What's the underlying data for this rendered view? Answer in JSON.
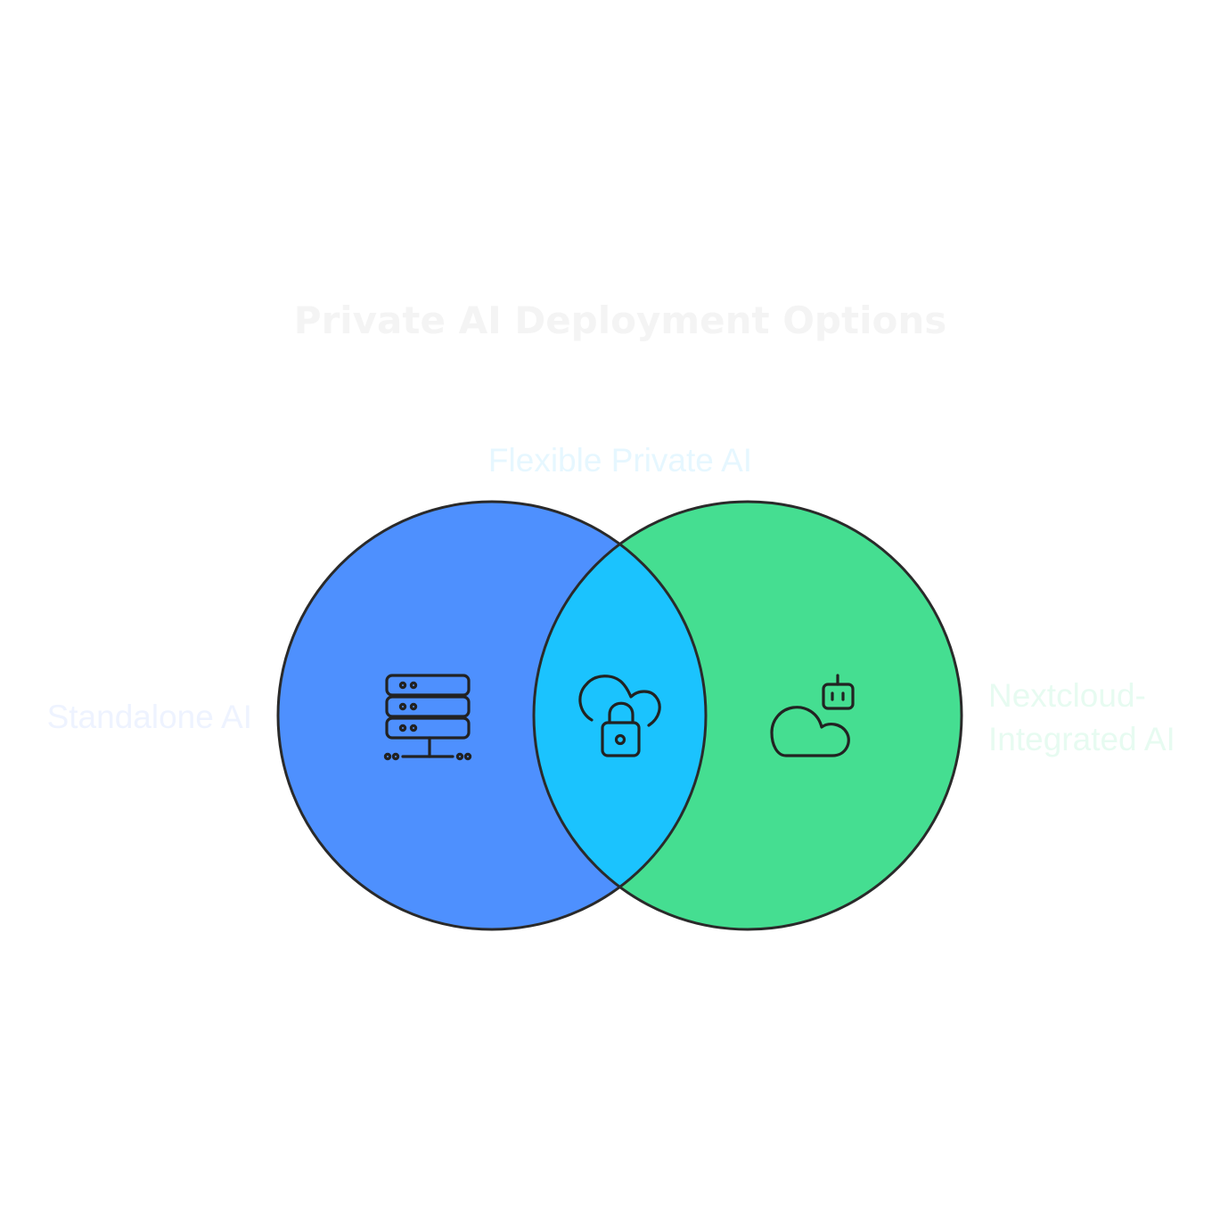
{
  "diagram": {
    "title": "Private AI Deployment Options",
    "sets": [
      {
        "id": "left",
        "label": "Standalone AI",
        "icon": "server-rack-icon",
        "fill": "#4E90FE"
      },
      {
        "id": "right",
        "label_lines": [
          "Nextcloud-",
          "Integrated AI"
        ],
        "icon": "cloud-robot-icon",
        "fill": "#45DE91"
      }
    ],
    "intersection": {
      "label": "Flexible Private AI",
      "icon": "cloud-lock-icon",
      "fill": "#1BC3FE"
    },
    "colors": {
      "outline": "#2A2A2A",
      "title_text": "#F4F4F4",
      "left_label_text": "#EEF3FF",
      "right_label_text": "#E7FBF1",
      "intersection_label_text": "#E6F7FF"
    }
  }
}
